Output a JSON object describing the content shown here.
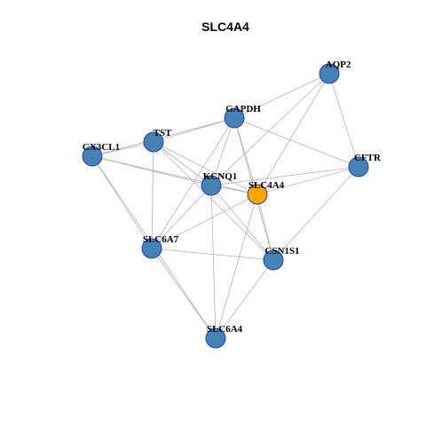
{
  "title": "SLC4A4",
  "colors": {
    "node": "#4682b4",
    "center": "#ffa500",
    "edge": "#b3b3b3",
    "border": "#1f3fbf"
  },
  "nodes": [
    {
      "id": "AQP2",
      "label": "AQP2"
    },
    {
      "id": "GAPDH",
      "label": "GAPDH"
    },
    {
      "id": "TST",
      "label": "TST"
    },
    {
      "id": "CX3CL1",
      "label": "CX3CL1"
    },
    {
      "id": "CFTR",
      "label": "CFTR"
    },
    {
      "id": "KCNQ1",
      "label": "KCNQ1"
    },
    {
      "id": "SLC4A4",
      "label": "SLC4A4",
      "center": true
    },
    {
      "id": "SLC6A7",
      "label": "SLC6A7"
    },
    {
      "id": "CSN1S1",
      "label": "CSN1S1"
    },
    {
      "id": "SLC6A4",
      "label": "SLC6A4"
    }
  ],
  "edges": [
    [
      "AQP2",
      "GAPDH"
    ],
    [
      "AQP2",
      "KCNQ1"
    ],
    [
      "AQP2",
      "SLC4A4"
    ],
    [
      "AQP2",
      "CFTR"
    ],
    [
      "GAPDH",
      "TST"
    ],
    [
      "GAPDH",
      "CX3CL1"
    ],
    [
      "GAPDH",
      "KCNQ1"
    ],
    [
      "GAPDH",
      "SLC4A4"
    ],
    [
      "GAPDH",
      "CSN1S1"
    ],
    [
      "GAPDH",
      "CFTR"
    ],
    [
      "GAPDH",
      "SLC6A7"
    ],
    [
      "TST",
      "CX3CL1"
    ],
    [
      "TST",
      "KCNQ1"
    ],
    [
      "TST",
      "SLC4A4"
    ],
    [
      "TST",
      "SLC6A7"
    ],
    [
      "TST",
      "CSN1S1"
    ],
    [
      "CX3CL1",
      "KCNQ1"
    ],
    [
      "CX3CL1",
      "SLC4A4"
    ],
    [
      "CX3CL1",
      "SLC6A7"
    ],
    [
      "CX3CL1",
      "SLC6A4"
    ],
    [
      "KCNQ1",
      "SLC4A4"
    ],
    [
      "KCNQ1",
      "CFTR"
    ],
    [
      "KCNQ1",
      "SLC6A7"
    ],
    [
      "KCNQ1",
      "CSN1S1"
    ],
    [
      "KCNQ1",
      "SLC6A4"
    ],
    [
      "SLC4A4",
      "CFTR"
    ],
    [
      "SLC4A4",
      "SLC6A7"
    ],
    [
      "SLC4A4",
      "CSN1S1"
    ],
    [
      "SLC4A4",
      "SLC6A4"
    ],
    [
      "CFTR",
      "CSN1S1"
    ],
    [
      "SLC6A7",
      "CSN1S1"
    ],
    [
      "SLC6A7",
      "SLC6A4"
    ],
    [
      "CSN1S1",
      "SLC6A4"
    ]
  ]
}
